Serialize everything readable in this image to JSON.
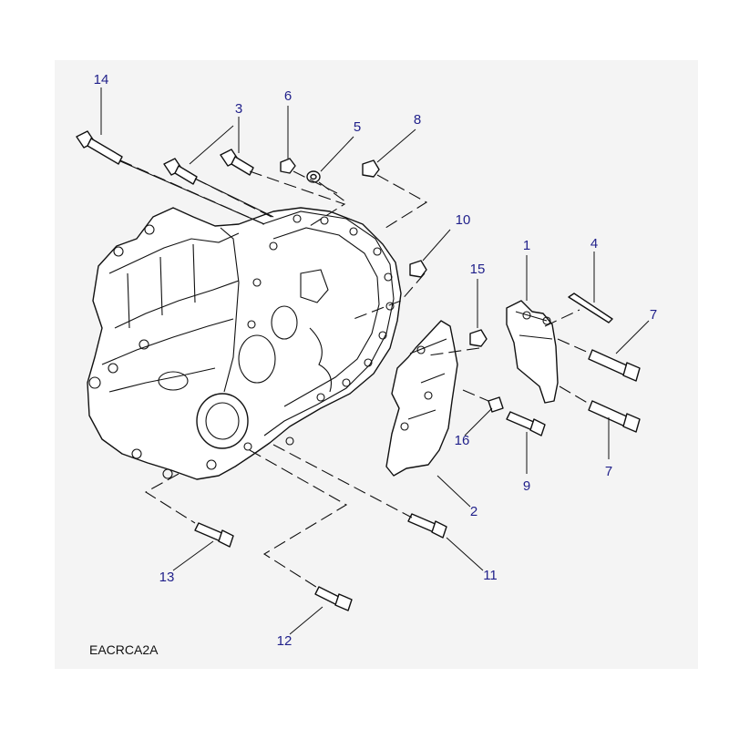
{
  "diagram": {
    "reference": "EACRCA2A",
    "callouts": [
      "14",
      "3",
      "6",
      "5",
      "8",
      "10",
      "15",
      "1",
      "4",
      "7",
      "7",
      "16",
      "9",
      "2",
      "11",
      "13",
      "12"
    ],
    "colors": {
      "callout_text": "#1f1f8a",
      "line": "#111111",
      "panel": "#f4f4f4"
    }
  }
}
